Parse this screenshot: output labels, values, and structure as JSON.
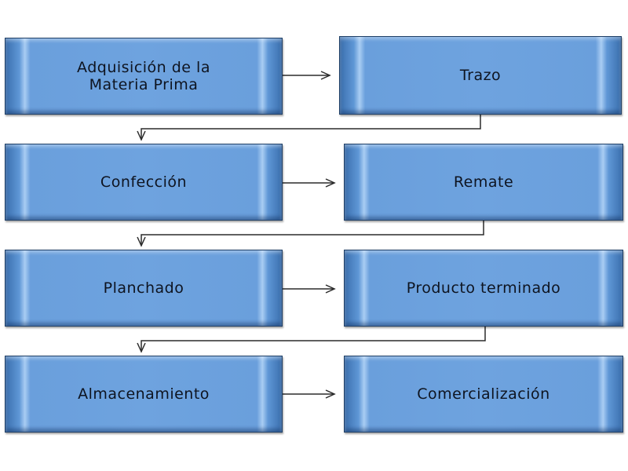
{
  "flow": {
    "steps": [
      {
        "label": "Adquisición de la\nMateria Prima"
      },
      {
        "label": "Trazo"
      },
      {
        "label": "Confección"
      },
      {
        "label": "Remate"
      },
      {
        "label": "Planchado"
      },
      {
        "label": "Producto terminado"
      },
      {
        "label": "Almacenamiento"
      },
      {
        "label": "Comercialización"
      }
    ],
    "colors": {
      "box_fill": "#6ea3df",
      "box_border": "#1f3f66",
      "connector": "#2b2b2b",
      "text": "#0e1420"
    }
  }
}
